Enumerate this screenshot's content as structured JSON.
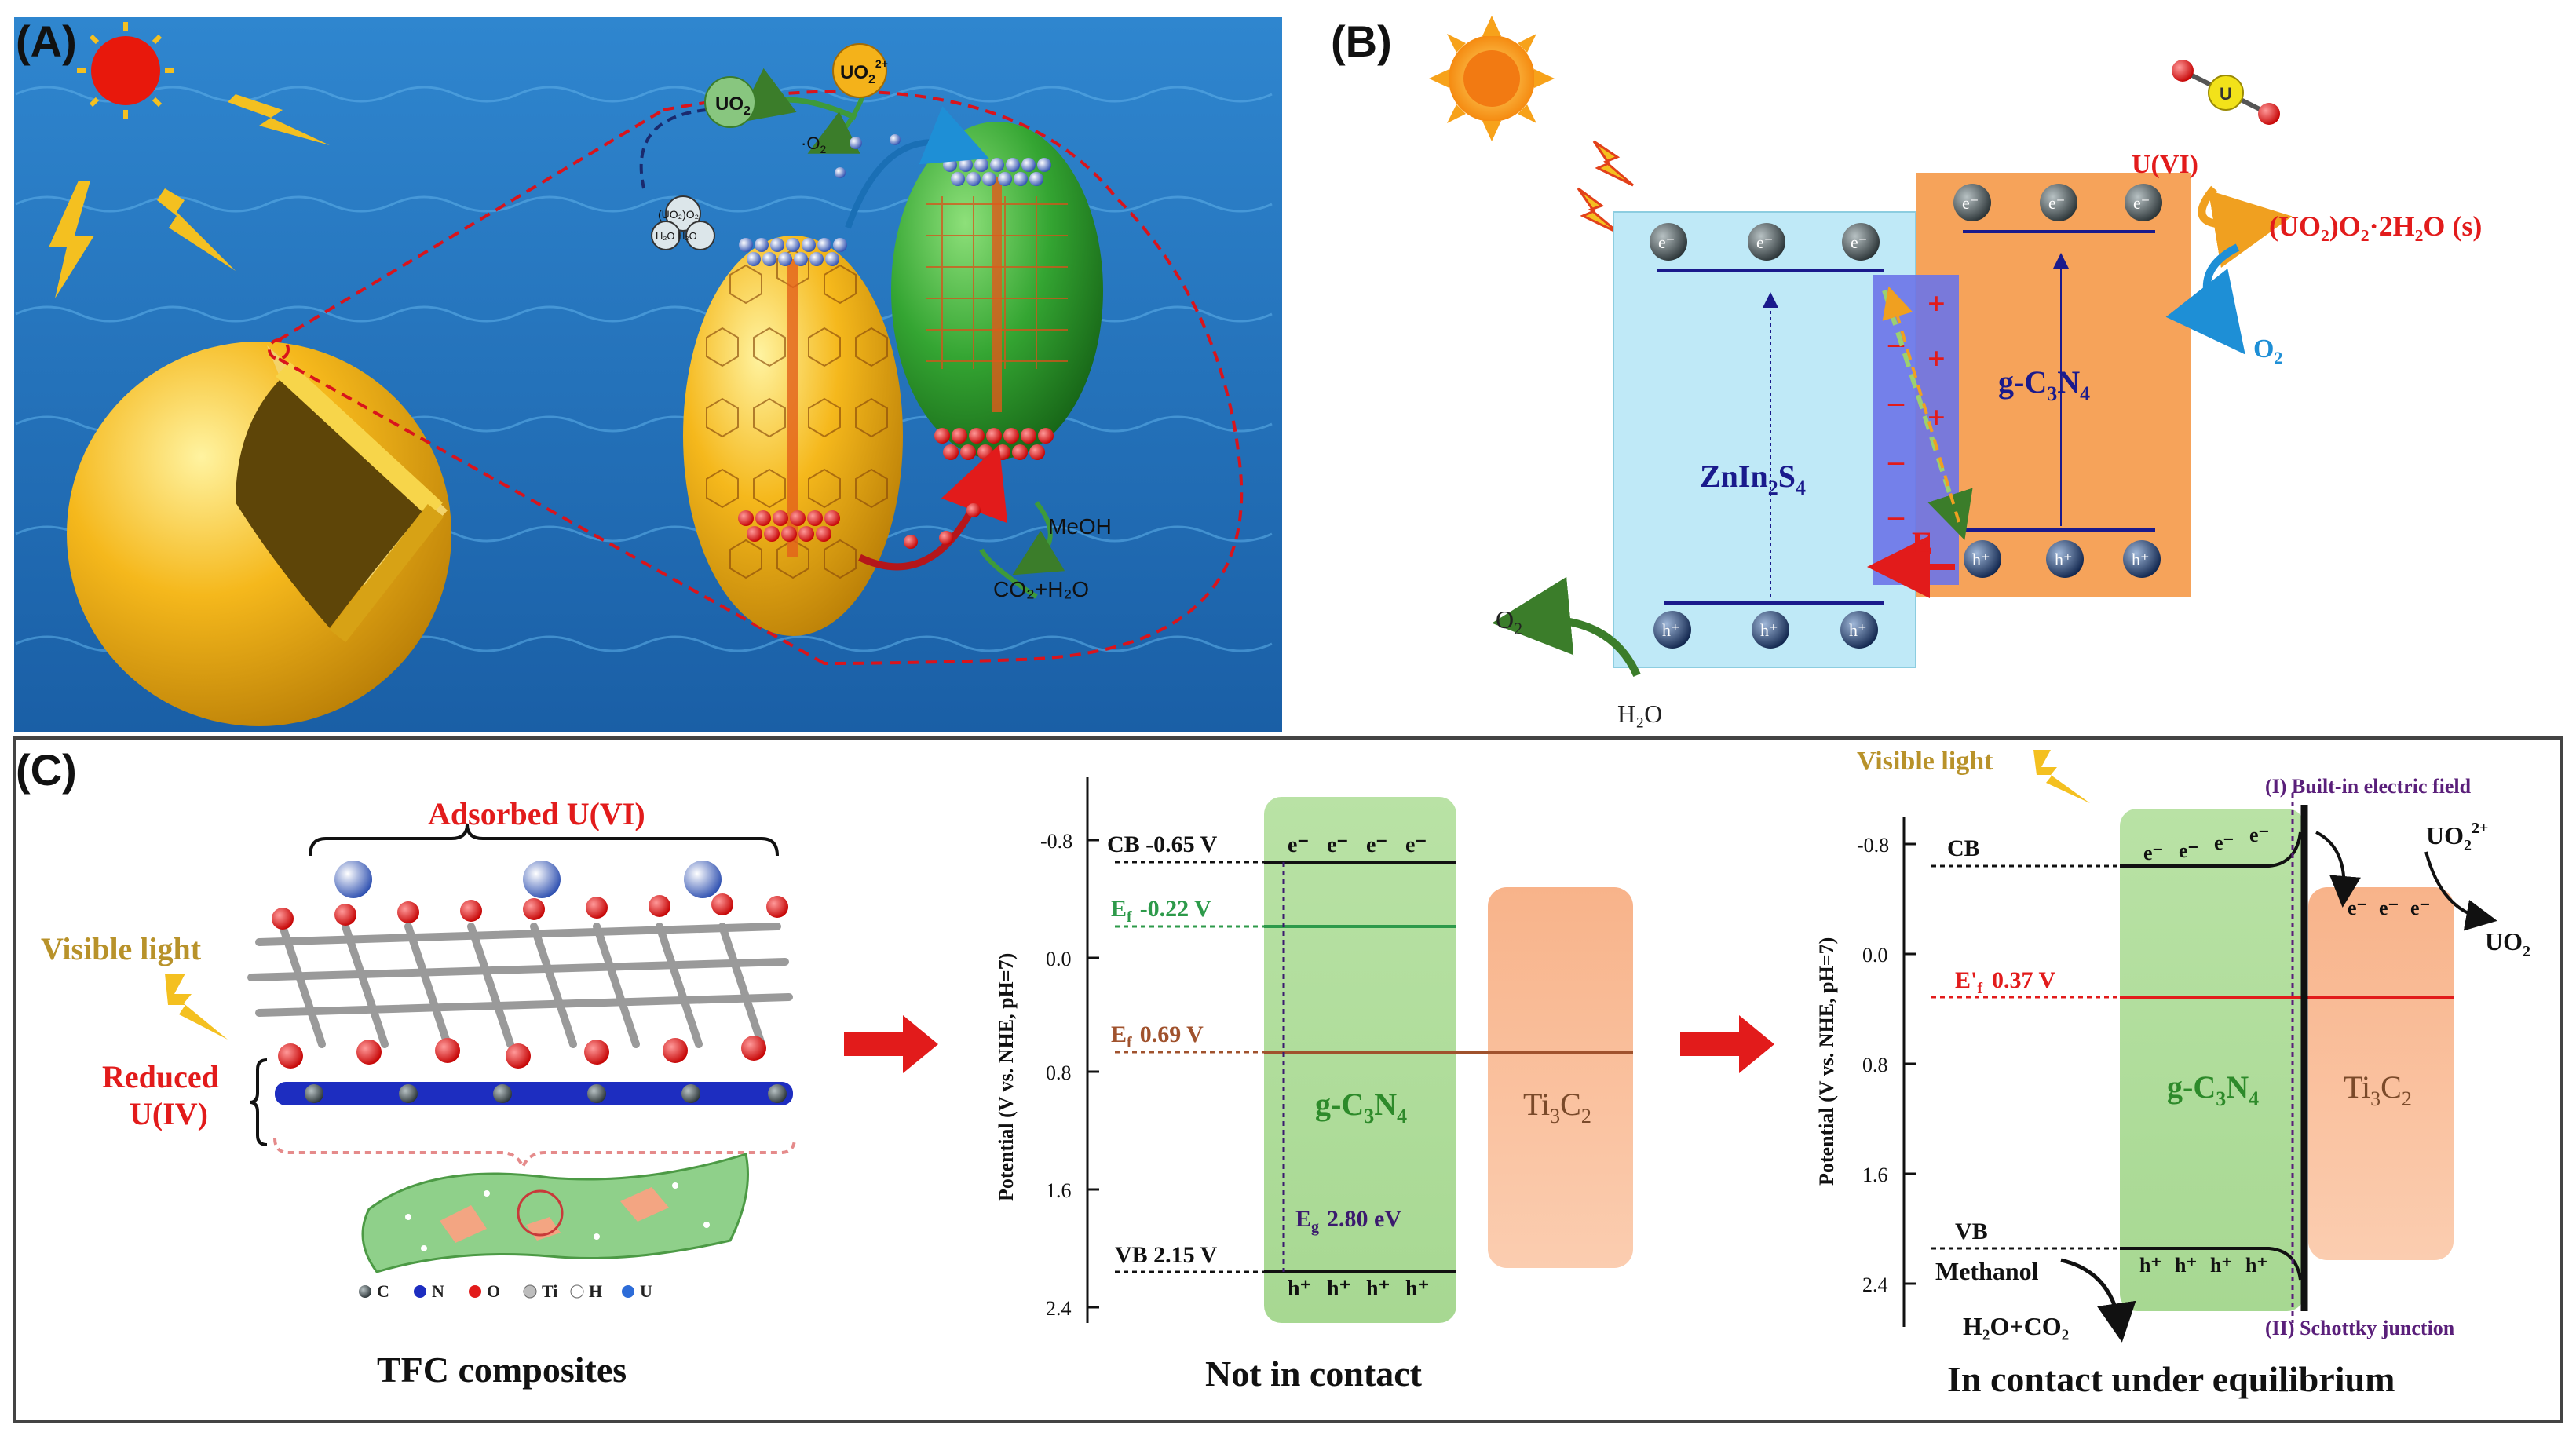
{
  "panel_a": {
    "label": "(A)",
    "uo2": "UO",
    "uo2_sub": "2",
    "uo2_2plus": "UO",
    "uo2_2plus_sub": "2",
    "uo2_2plus_sup": "2+",
    "superoxide": "·O",
    "superoxide_sub": "2",
    "peroxide_line1": "(UO₂)O₂",
    "peroxide_line2": "H₂O  H₂O",
    "meoh": "MeOH",
    "co2_h2o": "CO₂+H₂O"
  },
  "panel_b": {
    "label": "(B)",
    "u_vi": "U(VI)",
    "product": "(UO₂)O₂·2H₂O  (s)",
    "o2_right": "O",
    "o2_right_sub": "2",
    "gcn": "g-C",
    "gcn_sub1": "3",
    "gcn_mid": "N",
    "gcn_sub2": "4",
    "zis": "ZnIn",
    "zis_sub1": "2",
    "zis_mid": "S",
    "zis_sub2": "4",
    "field": "E",
    "o2_left": "O",
    "o2_left_sub": "2",
    "h2o": "H₂O",
    "electron": "e⁻",
    "hole": "h⁺",
    "plus": "+",
    "minus": "–"
  },
  "panel_c": {
    "label": "(C)",
    "adsorbed": "Adsorbed U(VI)",
    "reduced_line1": "Reduced",
    "reduced_line2": "U(IV)",
    "visible_light": "Visible light",
    "legend_items": [
      "C",
      "N",
      "O",
      "Ti",
      "H",
      "U"
    ],
    "tfc_caption": "TFC  composites",
    "not_contact": {
      "caption": "Not in contact",
      "y_axis_label": "Potential (V vs. NHE, pH=7)",
      "ticks": [
        "-0.8",
        "0.0",
        "0.8",
        "1.6",
        "2.4"
      ],
      "cb_label": "CB  -0.65 V",
      "ef_gcn": "E",
      "ef_gcn_sub": "f",
      "ef_gcn_val": "-0.22 V",
      "ef_ti": "E",
      "ef_ti_sub": "f",
      "ef_ti_val": "0.69 V",
      "vb_label": "VB  2.15 V",
      "eg": "E",
      "eg_sub": "g",
      "eg_val": "2.80 eV",
      "gcn": "g-C",
      "gcn_sub1": "3",
      "gcn_mid": "N",
      "gcn_sub2": "4",
      "ti": "Ti",
      "ti_sub1": "3",
      "ti_mid": "C",
      "ti_sub2": "2",
      "electron": "e⁻",
      "hole": "h⁺"
    },
    "equilibrium": {
      "caption": "In contact under equilibrium",
      "visible_light": "Visible light",
      "y_axis_label": "Potential (V vs. NHE, pH=7)",
      "ticks": [
        "-0.8",
        "0.0",
        "0.8",
        "1.6",
        "2.4"
      ],
      "cb": "CB",
      "vb": "VB",
      "ef": "E'",
      "ef_sub": "f",
      "ef_val": "0.37 V",
      "builtin": "(I) Built-in electric field",
      "schottky": "(II) Schottky junction",
      "uo2_2plus": "UO",
      "uo2_2plus_sub": "2",
      "uo2_2plus_sup": "2+",
      "uo2": "UO",
      "uo2_sub": "2",
      "methanol": "Methanol",
      "h2o_co2": "H₂O+CO₂",
      "gcn": "g-C",
      "gcn_sub1": "3",
      "gcn_mid": "N",
      "gcn_sub2": "4",
      "ti": "Ti",
      "ti_sub1": "3",
      "ti_mid": "C",
      "ti_sub2": "2",
      "electron": "e⁻",
      "hole": "h⁺"
    }
  },
  "colors": {
    "sea": "#1f6fb8",
    "gold": "#f2b51c",
    "green": "#3fa83a",
    "red": "#e21b1b",
    "purple": "#5a1f7a",
    "navy": "#1a1a8c",
    "brown": "#a0522d",
    "orange_band": "#f6a35a",
    "light_blue": "#bfe9f7",
    "light_green": "#c7e8b7"
  }
}
